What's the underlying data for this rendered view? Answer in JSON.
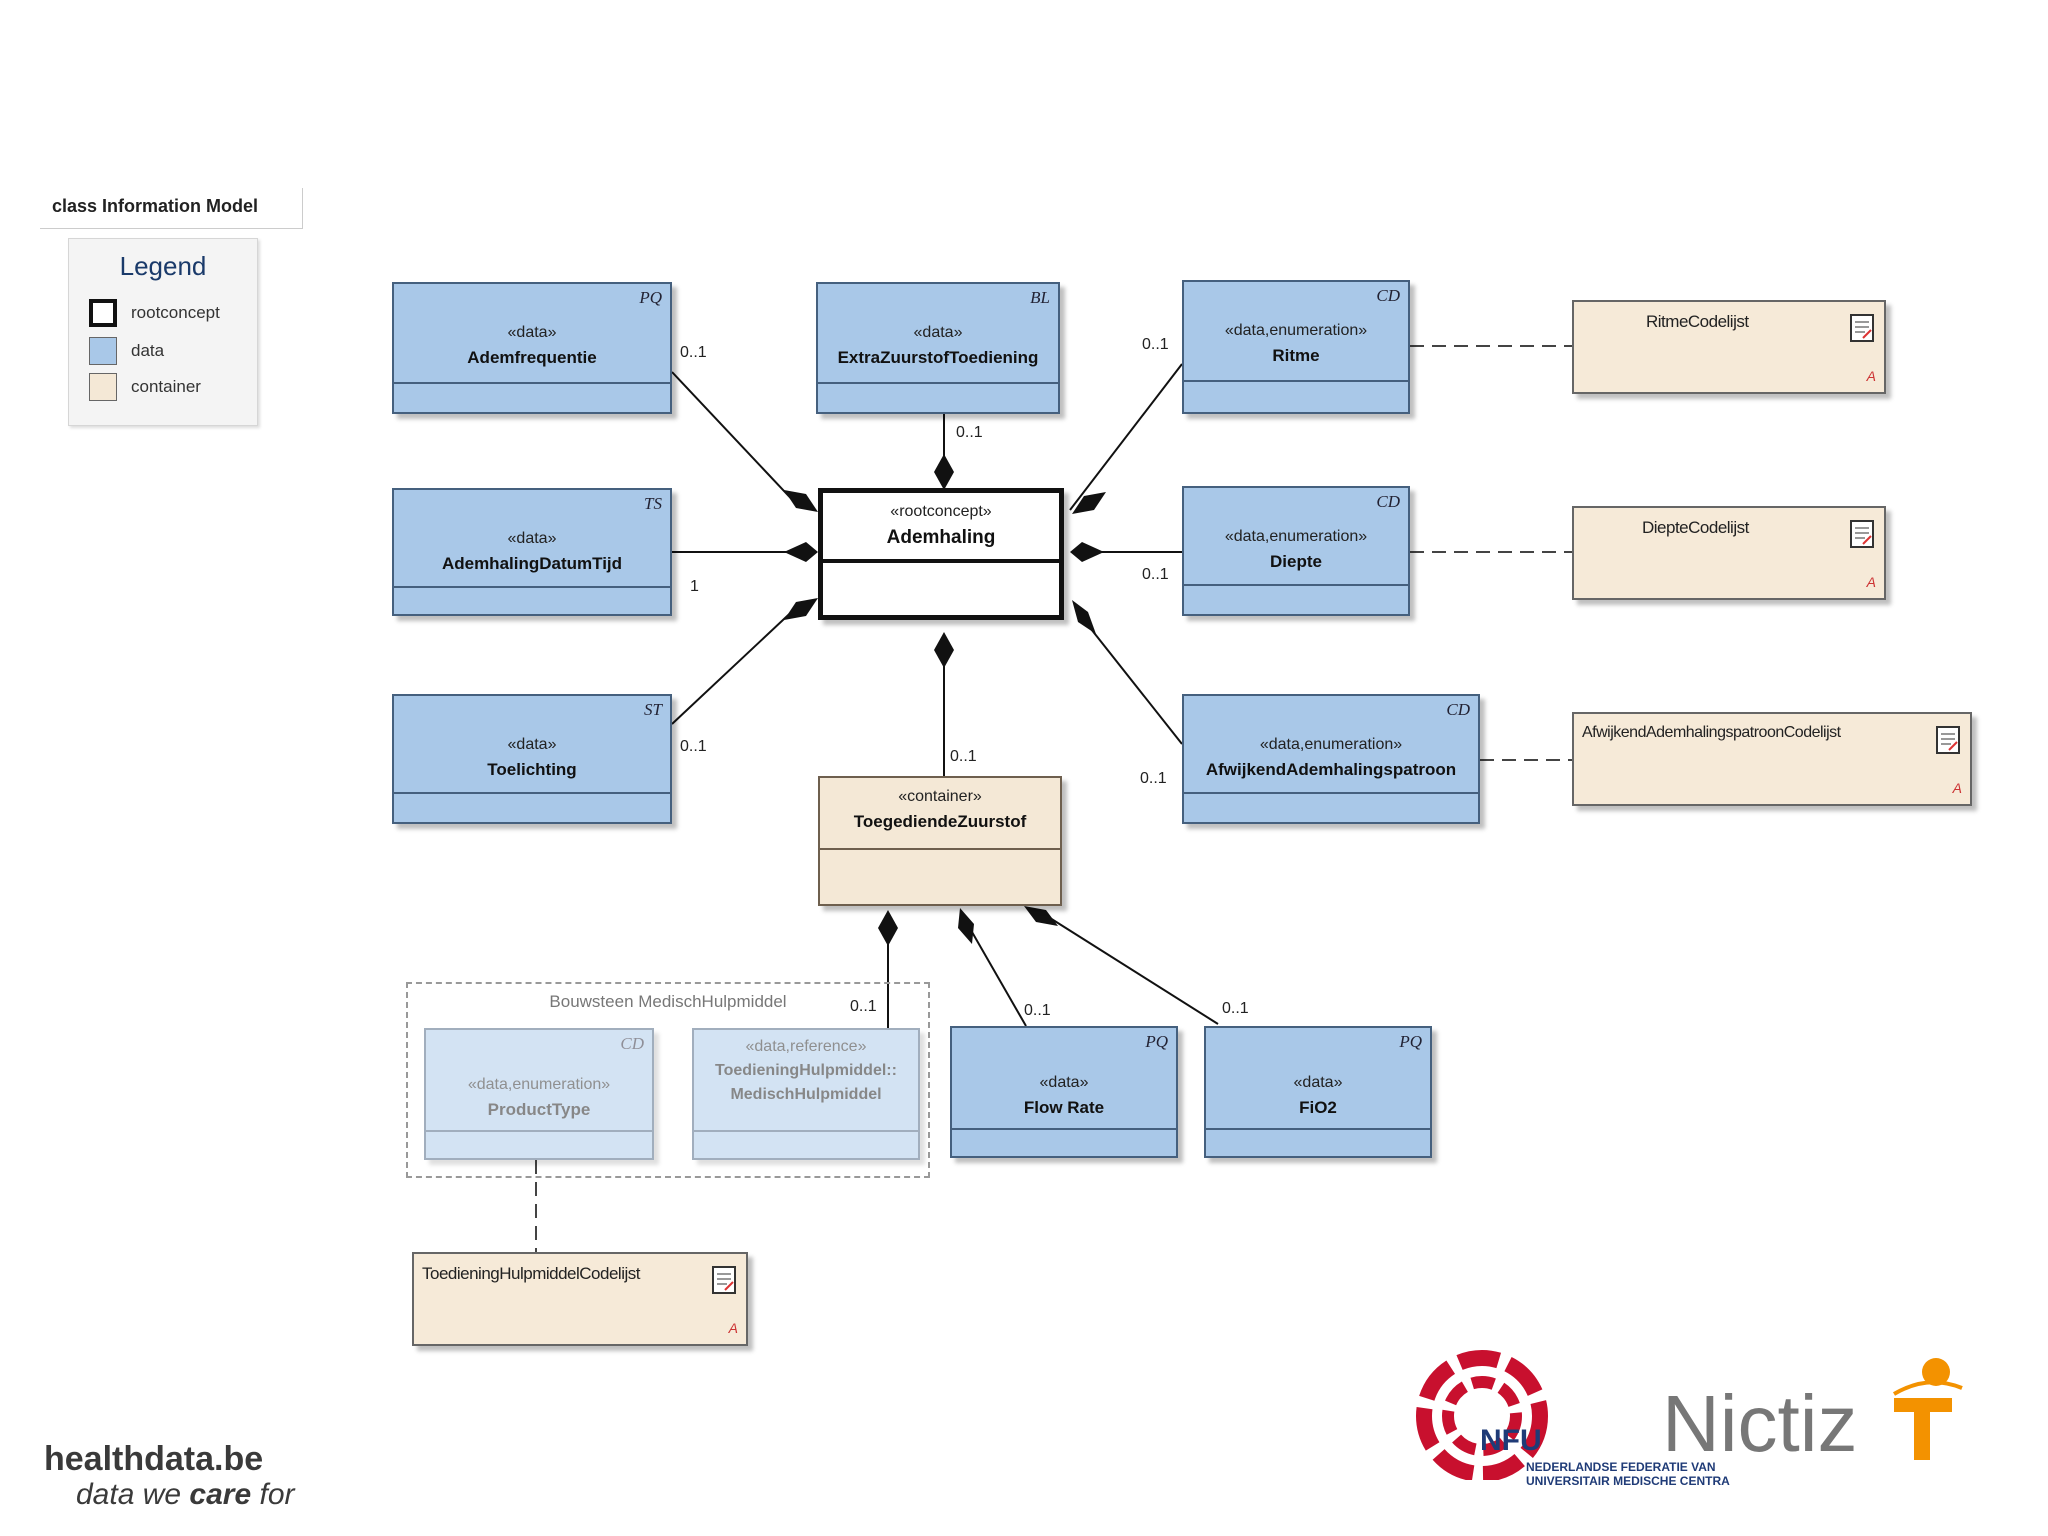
{
  "frame": {
    "title": "class Information Model"
  },
  "legend": {
    "title": "Legend",
    "items": [
      {
        "label": "rootconcept",
        "kind": "root"
      },
      {
        "label": "data",
        "kind": "data"
      },
      {
        "label": "container",
        "kind": "container"
      }
    ]
  },
  "classes": {
    "ademfrequentie": {
      "type": "PQ",
      "stereotype": "«data»",
      "name": "Ademfrequentie"
    },
    "extra": {
      "type": "BL",
      "stereotype": "«data»",
      "name": "ExtraZuurstofToediening"
    },
    "ritme": {
      "type": "CD",
      "stereotype": "«data,enumeration»",
      "name": "Ritme"
    },
    "datumtijd": {
      "type": "TS",
      "stereotype": "«data»",
      "name": "AdemhalingDatumTijd"
    },
    "root": {
      "stereotype": "«rootconcept»",
      "name": "Ademhaling"
    },
    "diepte": {
      "type": "CD",
      "stereotype": "«data,enumeration»",
      "name": "Diepte"
    },
    "toelichting": {
      "type": "ST",
      "stereotype": "«data»",
      "name": "Toelichting"
    },
    "afwijkend": {
      "type": "CD",
      "stereotype": "«data,enumeration»",
      "name": "AfwijkendAdemhalingspatroon"
    },
    "container": {
      "stereotype": "«container»",
      "name": "ToegediendeZuurstof"
    },
    "producttype": {
      "type": "CD",
      "stereotype": "«data,enumeration»",
      "name": "ProductType"
    },
    "hulpmiddel": {
      "stereotype": "«data,reference»",
      "name": "ToedieningHulpmiddel::",
      "name2": "MedischHulpmiddel"
    },
    "flowrate": {
      "type": "PQ",
      "stereotype": "«data»",
      "name": "Flow Rate"
    },
    "fio2": {
      "type": "PQ",
      "stereotype": "«data»",
      "name": "FiO2"
    }
  },
  "codelists": {
    "ritme": {
      "name": "RitmeCodelijst",
      "marker": "A"
    },
    "diepte": {
      "name": "DiepteCodelijst",
      "marker": "A"
    },
    "afwijkend": {
      "name": "AfwijkendAdemhalingspatroonCodelijst",
      "marker": "A"
    },
    "hulpmiddel": {
      "name": "ToedieningHulpmiddelCodelijst",
      "marker": "A"
    }
  },
  "package": {
    "label": "Bouwsteen MedischHulpmiddel"
  },
  "multiplicities": {
    "ademfrequentie": "0..1",
    "extra": "0..1",
    "ritme": "0..1",
    "datumtijd": "1",
    "diepte": "0..1",
    "toelichting": "0..1",
    "afwijkend": "0..1",
    "container": "0..1",
    "hulpmiddel": "0..1",
    "flowrate": "0..1",
    "fio2": "0..1"
  },
  "branding": {
    "site": "healthdata.be",
    "slogan_pre": "data we ",
    "slogan_emph": "care",
    "slogan_post": " for",
    "nfu_abbr": "NFU",
    "nfu_line1": "NEDERLANDSE FEDERATIE VAN",
    "nfu_line2": "UNIVERSITAIR MEDISCHE CENTRA",
    "nictiz": "Nictiz"
  },
  "colors": {
    "data": "#a9c8e8",
    "container": "#f4e8d6",
    "nfu_red": "#c8102e",
    "nictiz_orange": "#f39200"
  }
}
